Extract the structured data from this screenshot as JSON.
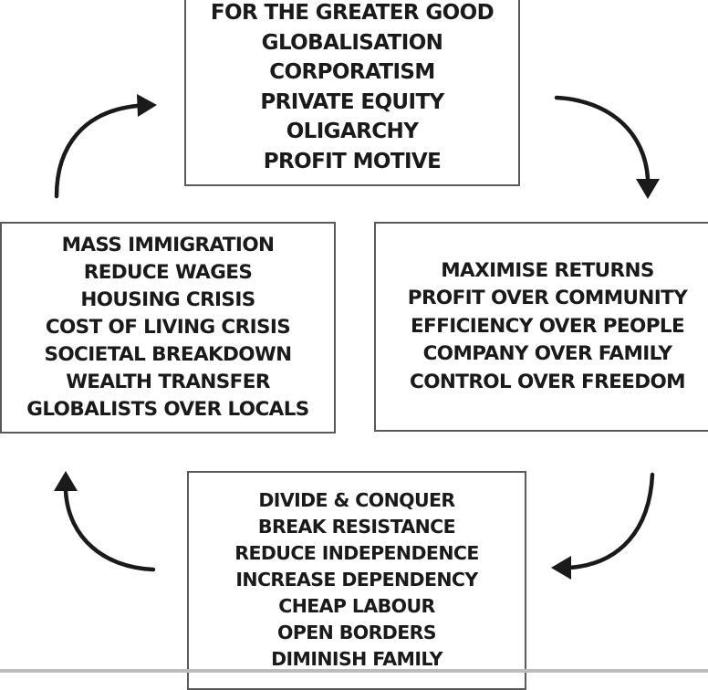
{
  "diagram": {
    "boxes": {
      "top": {
        "items": [
          "FOR THE GREATER GOOD",
          "GLOBALISATION",
          "CORPORATISM",
          "PRIVATE EQUITY",
          "OLIGARCHY",
          "PROFIT MOTIVE"
        ]
      },
      "right": {
        "items": [
          "MAXIMISE RETURNS",
          "PROFIT OVER COMMUNITY",
          "EFFICIENCY OVER PEOPLE",
          "COMPANY OVER FAMILY",
          "CONTROL OVER FREEDOM"
        ]
      },
      "bottom": {
        "items": [
          "DIVIDE & CONQUER",
          "BREAK RESISTANCE",
          "REDUCE INDEPENDENCE",
          "INCREASE DEPENDENCY",
          "CHEAP LABOUR",
          "OPEN BORDERS",
          "DIMINISH FAMILY"
        ]
      },
      "left": {
        "items": [
          "MASS IMMIGRATION",
          "REDUCE WAGES",
          "HOUSING CRISIS",
          "COST OF LIVING CRISIS",
          "SOCIETAL BREAKDOWN",
          "WEALTH TRANSFER",
          "GLOBALISTS OVER LOCALS"
        ]
      }
    },
    "flow": "clockwise",
    "colors": {
      "text": "#1a1a1a",
      "border": "#5a5a5a",
      "arrow": "#1a1a1a",
      "background": "#ffffff"
    }
  }
}
